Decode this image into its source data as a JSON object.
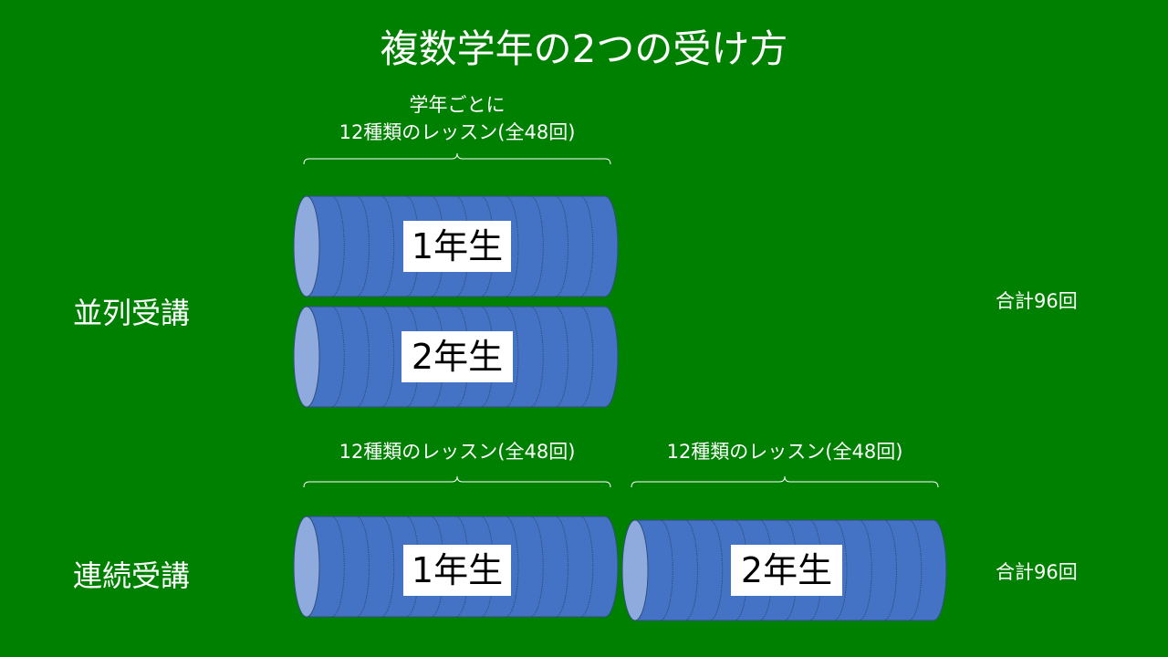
{
  "title": "複数学年の2つの受け方",
  "colors": {
    "background": "#008000",
    "cylinder": "#4472c4",
    "cylinder_face": "#8faadc",
    "disk_line": "#2f4f7f"
  },
  "parallel": {
    "label": "並列受講",
    "caption_line1": "学年ごとに",
    "caption_line2": "12種類のレッスン(全48回)",
    "grade1": "1年生",
    "grade2": "2年生",
    "total": "合計96回"
  },
  "sequential": {
    "label": "連続受講",
    "caption1": "12種類のレッスン(全48回)",
    "caption2": "12種類のレッスン(全48回)",
    "grade1": "1年生",
    "grade2": "2年生",
    "total": "合計96回"
  },
  "disks_per_cylinder": 12
}
